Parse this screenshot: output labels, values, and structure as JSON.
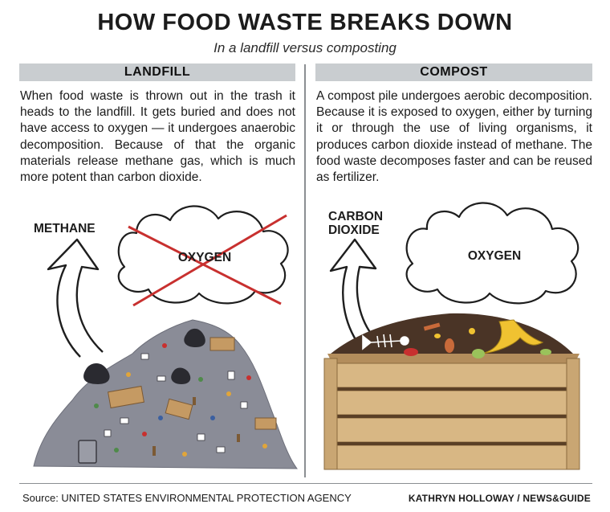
{
  "title": "HOW FOOD WASTE BREAKS DOWN",
  "subtitle": "In a landfill versus composting",
  "landfill": {
    "header": "LANDFILL",
    "description": "When food waste is thrown out in the trash it heads to the landfill. It gets buried and does not have access to oxygen — it undergoes anaerobic decomposition. Because of that the organic materials release methane gas, which is much more potent than carbon dioxide.",
    "gas_label": "METHANE",
    "cloud_label": "OXYGEN"
  },
  "compost": {
    "header": "COMPOST",
    "description": "A compost pile undergoes aerobic decomposition. Because it is exposed to oxygen, either by turning it or through the use of living organisms, it produces carbon dioxide instead of methane. The food waste decomposes faster and can be reused as fertilizer.",
    "gas_label_line1": "CARBON",
    "gas_label_line2": "DIOXIDE",
    "cloud_label": "OXYGEN"
  },
  "footer": {
    "source": "Source: UNITED STATES ENVIRONMENTAL PROTECTION AGENCY",
    "credit": "KATHRYN HOLLOWAY / NEWS&GUIDE"
  },
  "colors": {
    "header_band": "#c9cdd0",
    "cross": "#c8302f",
    "landfill_pile": "#8a8c97",
    "crate": "#d8b784",
    "soil": "#4a3426"
  }
}
